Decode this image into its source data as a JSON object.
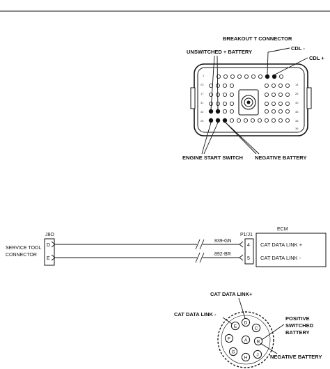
{
  "breakout": {
    "title": "BREAKOUT T CONNECTOR",
    "labels": {
      "unswitched_battery": "UNSWITCHED + BATTERY",
      "cdl_minus": "CDL -",
      "cdl_plus": "CDL +",
      "engine_start": "ENGINE START SWITCH",
      "negative_battery": "NEGATIVE BATTERY"
    },
    "pin_numbers_left": [
      "1",
      "23",
      "17",
      "31",
      "32",
      "25"
    ],
    "pin_numbers_right": [
      "14",
      "28",
      "40",
      "48",
      "46",
      "36"
    ]
  },
  "schematic": {
    "service_tool_connector": [
      "SERVICE TOOL",
      "CONNECTOR"
    ],
    "j8o": "J8O",
    "j8o_pins": [
      "D",
      "E"
    ],
    "p1j1": "P1/J1",
    "ecm": "ECM",
    "ecm_pins": [
      "4",
      "5"
    ],
    "wires": [
      "839-GN",
      "892-BR"
    ],
    "ecm_signals": [
      "CAT DATA LINK +",
      "CAT DATA LINK -"
    ]
  },
  "round_connector": {
    "labels": {
      "cdl_plus": "CAT DATA LINK+",
      "cdl_minus": "CAT DATA LINK -",
      "positive_switched": [
        "POSITIVE",
        "SWITCHED",
        "BATTERY"
      ],
      "negative_battery": "NEGATIVE BATTERY"
    },
    "pins": [
      "A",
      "B",
      "C",
      "D",
      "E",
      "F",
      "G",
      "H",
      "J"
    ]
  }
}
